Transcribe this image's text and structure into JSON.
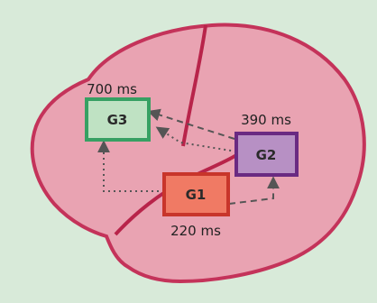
{
  "diagram": {
    "regions": [
      {
        "id": "G1",
        "label": "G1",
        "time": "220 ms",
        "fill": "#f07a64",
        "stroke": "#c8352b"
      },
      {
        "id": "G2",
        "label": "G2",
        "time": "390 ms",
        "fill": "#b790c4",
        "stroke": "#6a2a82"
      },
      {
        "id": "G3",
        "label": "G3",
        "time": "700 ms",
        "fill": "#bfe2c3",
        "stroke": "#37a063"
      }
    ],
    "connections": [
      {
        "from": "G1",
        "to": "G3",
        "style": "dotted"
      },
      {
        "from": "G2",
        "to": "G3",
        "style": "dotted"
      },
      {
        "from": "G2",
        "to": "G3",
        "style": "dashed"
      },
      {
        "from": "G1",
        "to": "G2",
        "style": "dashed"
      }
    ],
    "colors": {
      "background": "#d8ead9",
      "brain_fill": "#e9a3b2",
      "brain_outline": "#c4335a",
      "sulcus": "#b8244a",
      "arrow": "#555555"
    }
  }
}
